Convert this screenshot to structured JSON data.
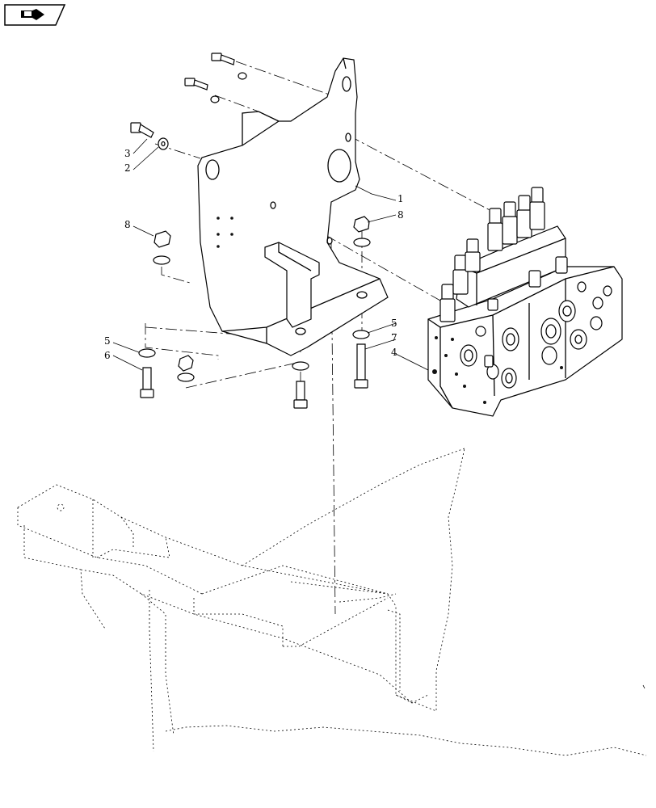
{
  "nav": {
    "icon": "folded-arrow-icon"
  },
  "callouts": {
    "c1": "1",
    "c2": "2",
    "c3": "3",
    "c4": "4",
    "c5a": "5",
    "c5b": "5",
    "c6": "6",
    "c7": "7",
    "c8a": "8",
    "c8b": "8"
  },
  "colors": {
    "line": "#000000",
    "background": "#ffffff"
  }
}
